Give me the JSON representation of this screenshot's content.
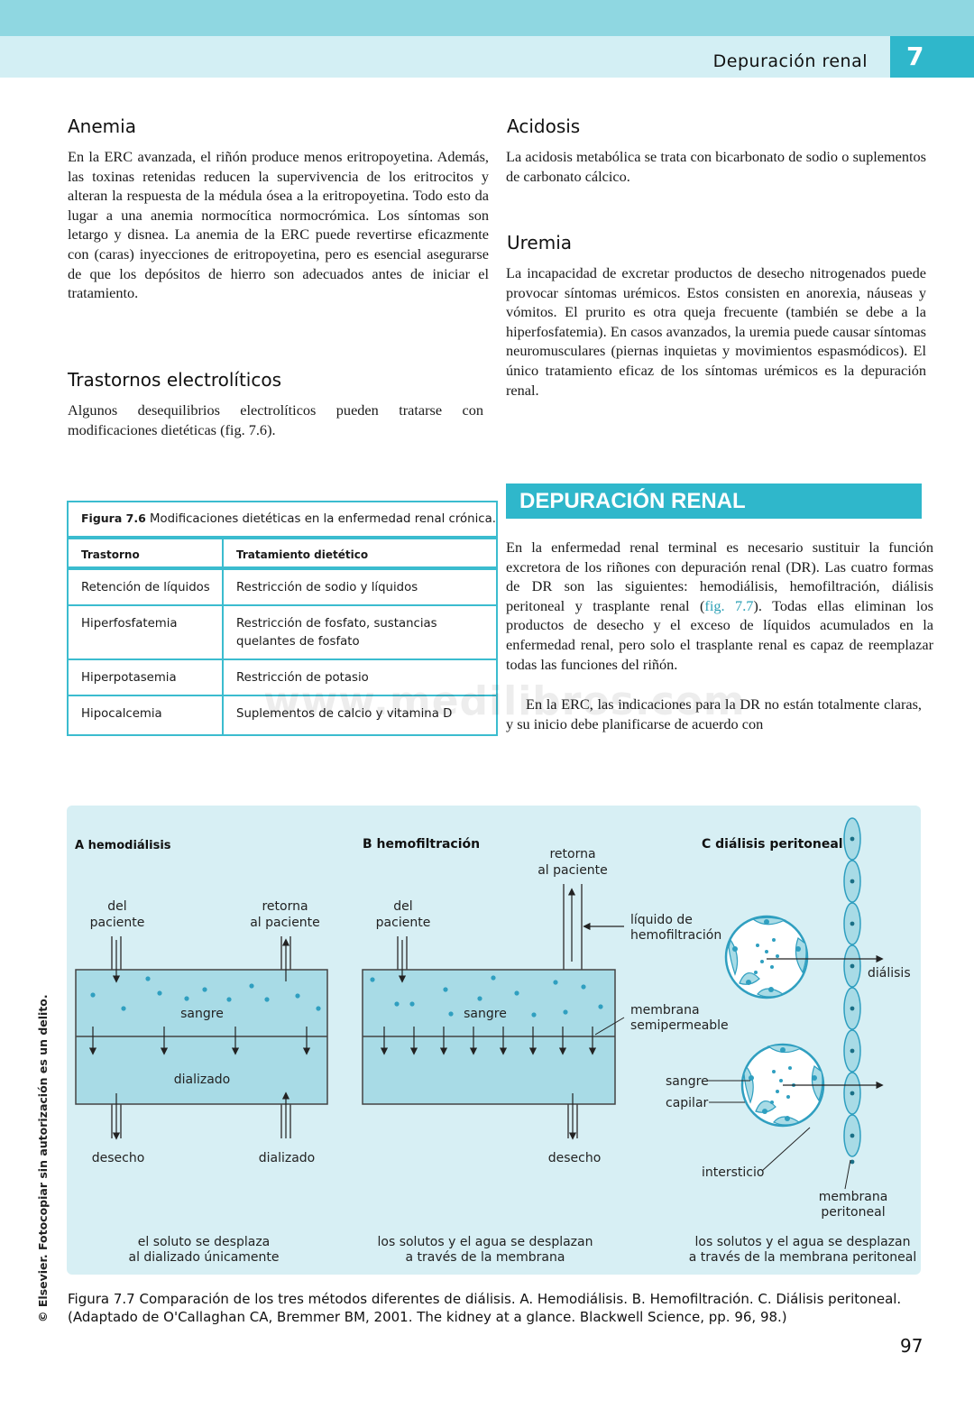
{
  "header": {
    "running_title": "Depuración renal",
    "chapter": "7"
  },
  "colors": {
    "accent": "#2fb7cb",
    "band": "#8fd7e1",
    "header_band": "#d3eff4",
    "figure_bg": "#d7eff4",
    "fluid": "#a8dbe6",
    "dot": "#2f9fc0"
  },
  "anemia": {
    "title": "Anemia",
    "text": "En la ERC avanzada, el riñón produce menos eritropoyetina. Además, las toxinas retenidas reducen la supervivencia de los eritrocitos y alteran la respuesta de la médula ósea a la eritropoyetina. Todo esto da lugar a una anemia normocítica normocrómica. Los síntomas son letargo y disnea. La anemia de la ERC puede revertirse eficazmente con (caras) inyecciones de eritropoyetina, pero es esencial asegurarse de que los depósitos de hierro son adecuados antes de iniciar el tratamiento."
  },
  "electrolitos": {
    "title": "Trastornos electrolíticos",
    "text": "Algunos desequilibrios electrolíticos pueden tratarse con modificaciones dietéticas (fig. 7.6)."
  },
  "acidosis": {
    "title": "Acidosis",
    "text": "La acidosis metabólica se trata con bicarbonato de sodio o suplementos de carbonato cálcico."
  },
  "uremia": {
    "title": "Uremia",
    "text": "La incapacidad de excretar productos de desecho nitrogenados puede provocar síntomas urémicos. Estos consisten en anorexia, náuseas y vómitos. El prurito es otra queja frecuente (también se debe a la hiperfosfatemia). En casos avanzados, la uremia puede causar síntomas neuromusculares (piernas inquietas y movimientos espasmódicos). El único tratamiento eficaz de los síntomas urémicos es la depuración renal."
  },
  "depuracion": {
    "banner": "DEPURACIÓN RENAL",
    "p1_before": "En la enfermedad renal terminal es necesario sustituir la función excretora de los riñones con depuración renal (DR). Las cuatro formas de DR son las siguientes: hemodiálisis, hemofiltración, diálisis peritoneal y trasplante renal (",
    "p1_link": "fig. 7.7",
    "p1_after": "). Todas ellas eliminan los productos de desecho y el exceso de líquidos acumulados en la enfermedad renal, pero solo el trasplante renal es capaz de reemplazar todas las funciones del riñón.",
    "p2": "En la ERC, las indicaciones para la DR no están totalmente claras, y su inicio debe planificarse de acuerdo con"
  },
  "watermark": "www.medilibros.com",
  "table76": {
    "caption_label": "Figura 7.6",
    "caption_text": " Modificaciones dietéticas en la enfermedad renal crónica.",
    "headers": [
      "Trastorno",
      "Tratamiento dietético"
    ],
    "rows": [
      [
        "Retención de líquidos",
        "Restricción de sodio y líquidos"
      ],
      [
        "Hiperfosfatemia",
        "Restricción de fosfato, sustancias quelantes de fosfato"
      ],
      [
        "Hiperpotasemia",
        "Restricción de potasio"
      ],
      [
        "Hipocalcemia",
        "Suplementos de calcio y vitamina D"
      ]
    ]
  },
  "figure77": {
    "a": {
      "title": "A hemodiálisis",
      "in_label": [
        "del",
        "paciente"
      ],
      "out_label": [
        "retorna",
        "al paciente"
      ],
      "blood": "sangre",
      "dialysate": "dializado",
      "waste": "desecho",
      "dialysate_in": "dializado",
      "note": [
        "el soluto se desplaza",
        "al dializado únicamente"
      ]
    },
    "b": {
      "title": "B hemofiltración",
      "in_label": [
        "del",
        "paciente"
      ],
      "out_label": [
        "retorna",
        "al paciente"
      ],
      "fluid_label": [
        "líquido de",
        "hemofiltración"
      ],
      "blood": "sangre",
      "membrane_label": [
        "membrana",
        "semipermeable"
      ],
      "waste": "desecho",
      "note": [
        "los solutos y el agua se desplazan",
        "a través de la membrana"
      ]
    },
    "c": {
      "title": "C diálisis peritoneal",
      "dialysis": "diálisis",
      "blood": "sangre",
      "capillary": "capilar",
      "interstitium": "intersticio",
      "membrane_label": [
        "membrana",
        "peritoneal"
      ],
      "note": [
        "los solutos y el agua se desplazan",
        "a través de la membrana peritoneal"
      ]
    },
    "caption": "Figura 7.7 Comparación de los tres métodos diferentes de diálisis. A. Hemodiálisis. B. Hemofiltración. C. Diálisis peritoneal. (Adaptado de O'Callaghan CA, Bremmer BM, 2001. The kidney at a glance. Blackwell Science, pp. 96, 98.)"
  },
  "copyright": "© Elsevier. Fotocopiar sin autorización es un delito.",
  "page_number": "97"
}
